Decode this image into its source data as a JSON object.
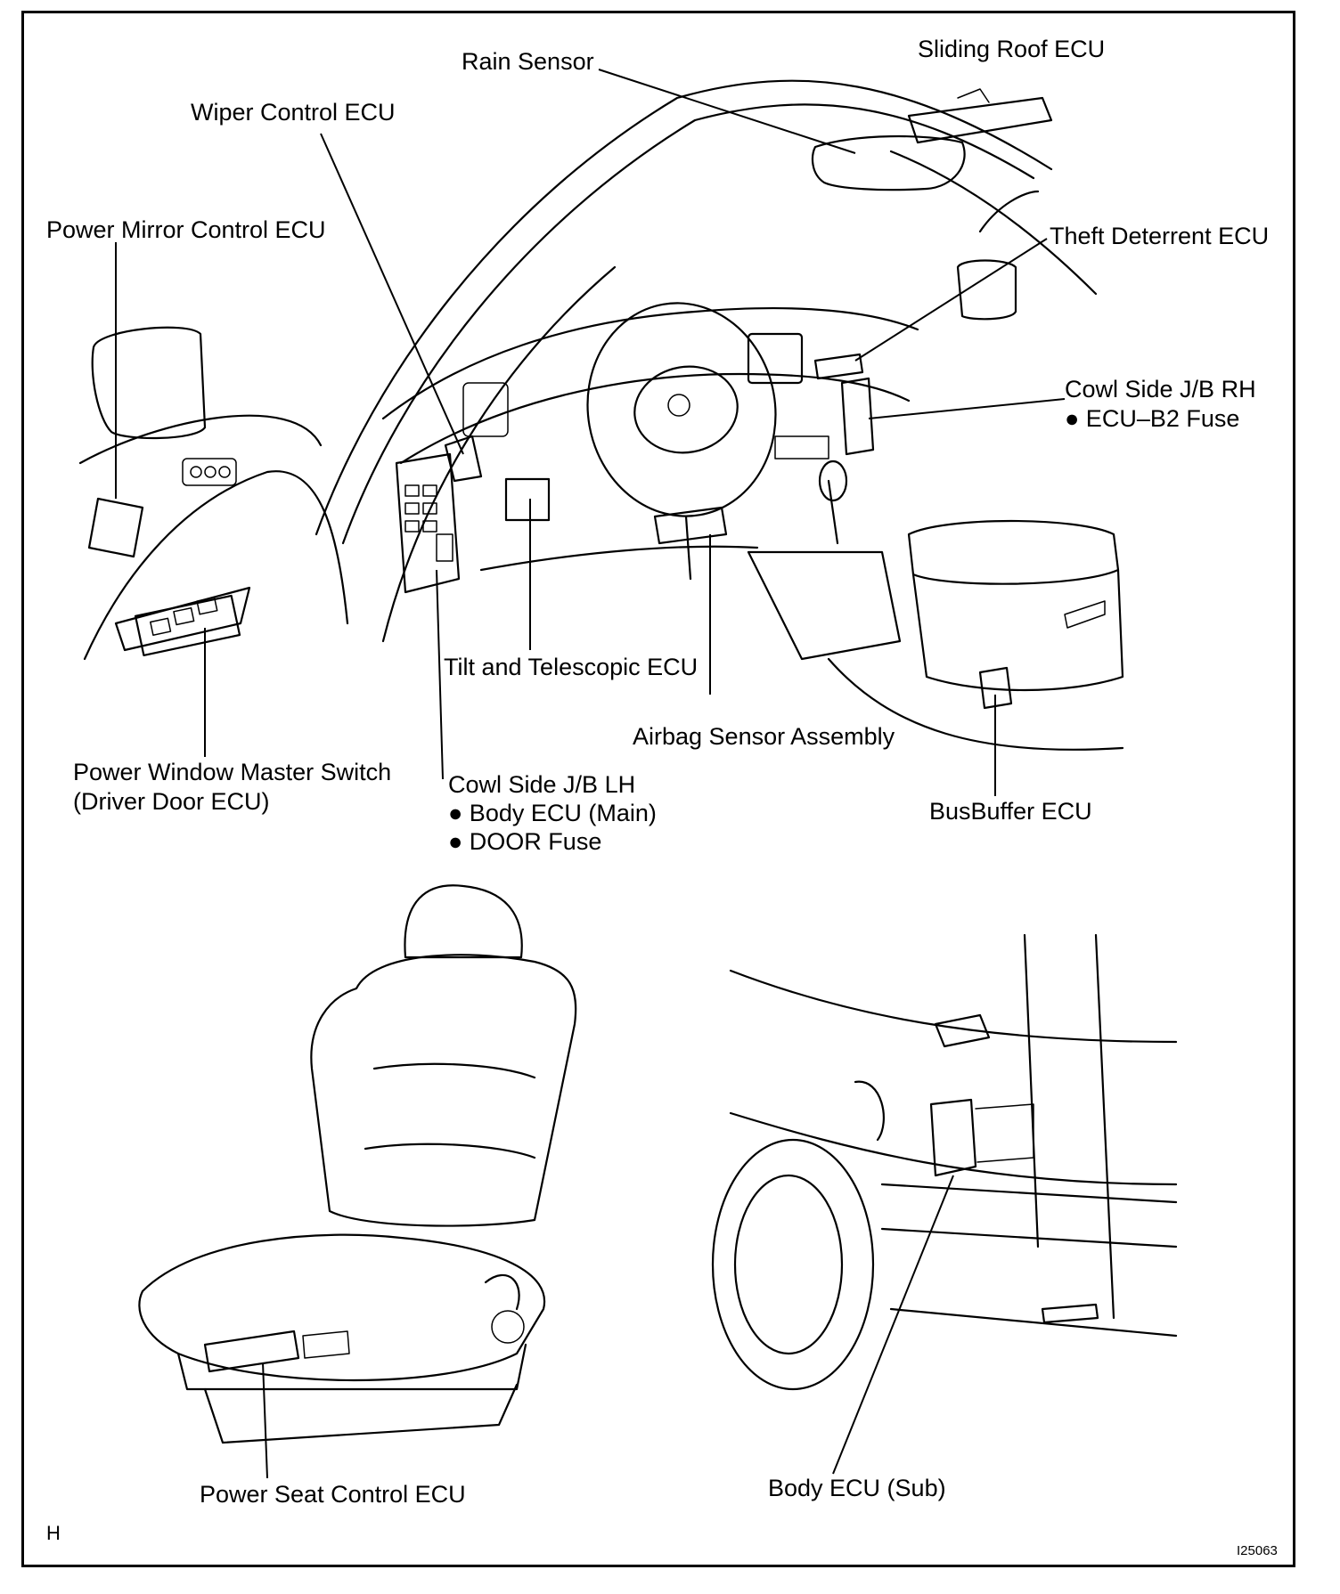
{
  "labels": {
    "rain_sensor": "Rain Sensor",
    "sliding_roof_ecu": "Sliding Roof ECU",
    "wiper_control_ecu": "Wiper Control ECU",
    "power_mirror_control_ecu": "Power Mirror Control ECU",
    "theft_deterrent_ecu": "Theft Deterrent ECU",
    "cowl_side_jb_rh": "Cowl Side J/B RH",
    "ecu_b2_fuse": "● ECU–B2 Fuse",
    "tilt_telescopic_ecu": "Tilt and Telescopic ECU",
    "airbag_sensor_assembly": "Airbag Sensor Assembly",
    "power_window_master_switch": "Power Window Master Switch",
    "driver_door_ecu": "(Driver Door ECU)",
    "cowl_side_jb_lh": "Cowl Side J/B LH",
    "body_ecu_main": "● Body ECU (Main)",
    "door_fuse": "● DOOR Fuse",
    "busbuffer_ecu": "BusBuffer ECU",
    "power_seat_control_ecu": "Power Seat Control ECU",
    "body_ecu_sub": "Body ECU (Sub)"
  },
  "footer": {
    "corner_letter": "H",
    "figure_code": "I25063"
  }
}
